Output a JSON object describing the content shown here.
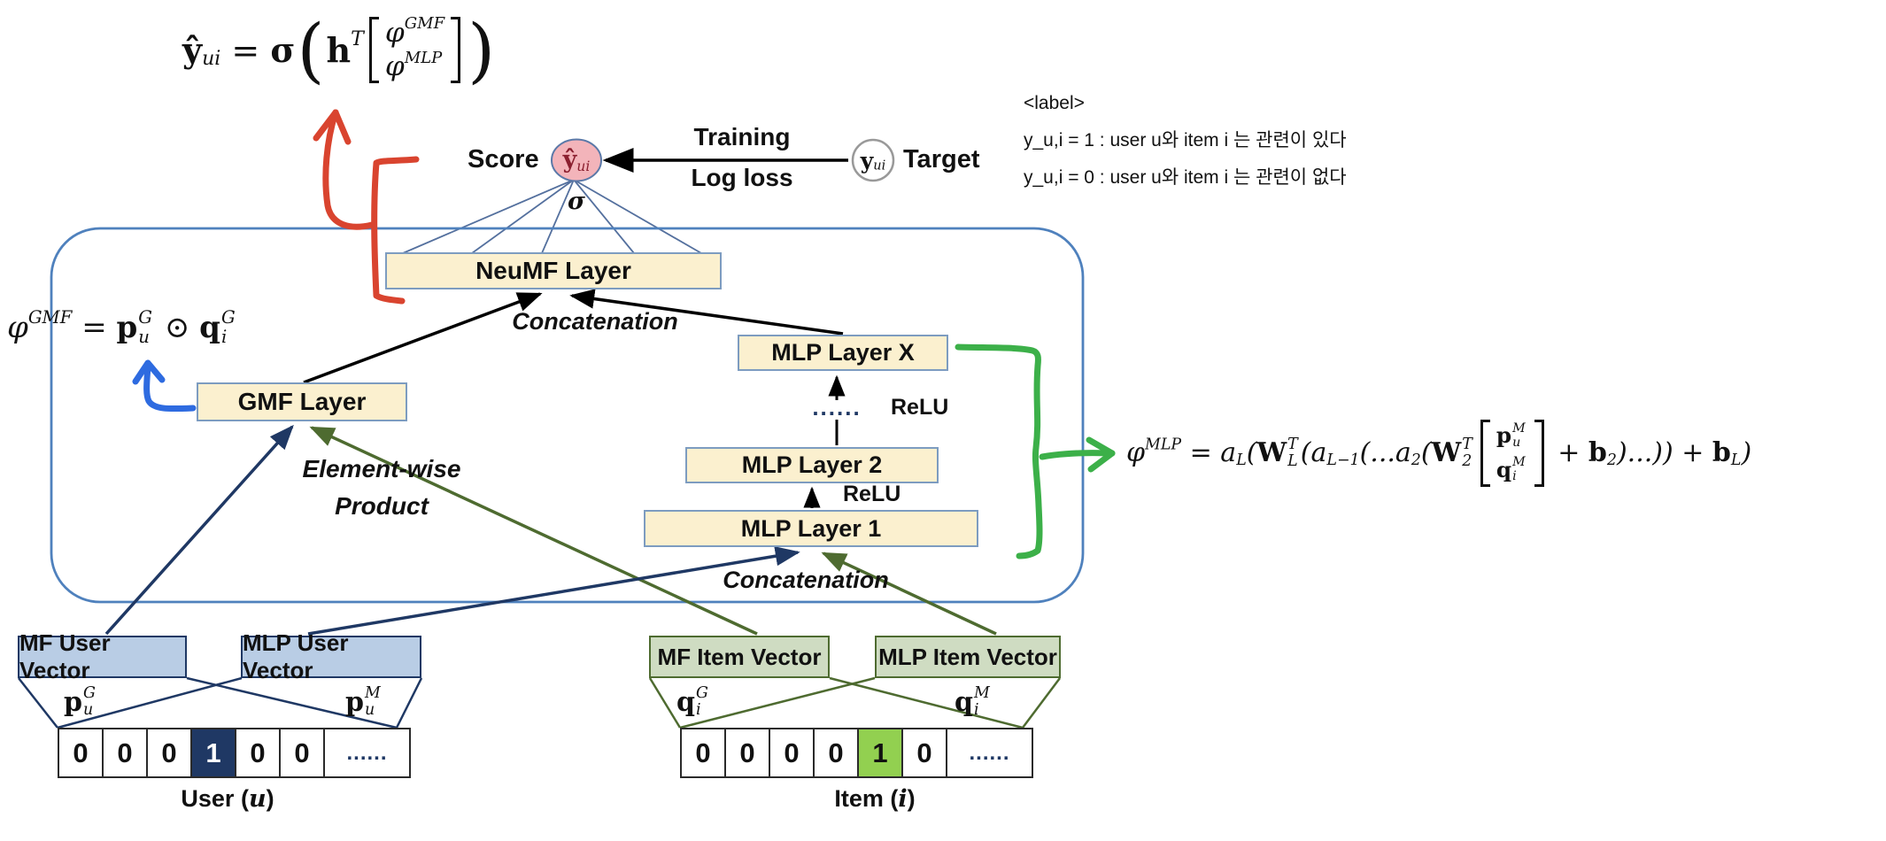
{
  "colors": {
    "layer_box_fill": "#fbf0cf",
    "layer_box_stroke": "#7d9cc0",
    "container_stroke": "#4f81bd",
    "user_box_fill": "#b9cde5",
    "user_box_stroke": "#1f3864",
    "item_box_fill": "#cfdcc2",
    "item_box_stroke": "#4e6b30",
    "user_hot_cell": "#1f3864",
    "item_hot_cell": "#92d050",
    "score_circle_fill": "#f3b4ba",
    "score_text": "#8b1f2f",
    "annotation_red": "#d9442f",
    "annotation_blue": "#2e6be0",
    "annotation_green": "#3cb049",
    "arrow_navy": "#1f3864",
    "arrow_green": "#4e6b30",
    "fan_line": "#54709e"
  },
  "top_formula": [
    {
      "t": "ŷ",
      "b": 1
    },
    {
      "t": "ui",
      "k": "sub"
    },
    {
      "t": " = "
    },
    {
      "t": "σ",
      "b": 1
    },
    {
      "t": "(",
      "k": "big"
    },
    {
      "t": "h",
      "b": 1
    },
    {
      "t": "T",
      "k": "sup"
    },
    {
      "m": [
        [
          {
            "t": "φ"
          },
          {
            "t": "GMF",
            "k": "sup"
          }
        ],
        [
          {
            "t": "φ"
          },
          {
            "t": "MLP",
            "k": "sup"
          }
        ]
      ]
    },
    {
      "t": ")",
      "k": "big"
    }
  ],
  "score": {
    "label": "Score",
    "circle": [
      {
        "t": "ŷ",
        "b": 1
      },
      {
        "t": "ui",
        "k": "sub"
      }
    ],
    "sigma": "σ"
  },
  "training": {
    "line1": "Training",
    "line2": "Log loss"
  },
  "target": {
    "label": "Target",
    "circle": [
      {
        "t": "y",
        "b": 1
      },
      {
        "t": "ui",
        "k": "sub"
      }
    ]
  },
  "korean_note": {
    "title": "<label>",
    "line1": "y_u,i = 1 : user u와 item i 는 관련이 있다",
    "line2": "y_u,i = 0 : user u와 item i 는 관련이 없다"
  },
  "layers": {
    "neumf": "NeuMF Layer",
    "concat_top": "Concatenation",
    "gmf": "GMF Layer",
    "mlp_x": "MLP Layer X",
    "mlp_2": "MLP Layer 2",
    "mlp_1": "MLP Layer 1",
    "concat_bottom": "Concatenation",
    "relu_dots": "......",
    "relu_upper": "ReLU",
    "relu_lower": "ReLU",
    "elementwise_line1": "Element-wise",
    "elementwise_line2": "Product"
  },
  "gmf_formula": [
    {
      "t": "φ"
    },
    {
      "t": "GMF",
      "k": "sup"
    },
    {
      "t": " = "
    },
    {
      "t": "p",
      "b": 1
    },
    {
      "t": [
        "G",
        "u"
      ],
      "k": "ss"
    },
    {
      "t": " ⊙ "
    },
    {
      "t": "q",
      "b": 1
    },
    {
      "t": [
        "G",
        "i"
      ],
      "k": "ss"
    }
  ],
  "mlp_formula": [
    {
      "t": "φ"
    },
    {
      "t": "MLP",
      "k": "sup"
    },
    {
      "t": " = "
    },
    {
      "t": "a"
    },
    {
      "t": "L",
      "k": "sub"
    },
    {
      "t": "("
    },
    {
      "t": "W",
      "b": 1
    },
    {
      "t": [
        "T",
        "L"
      ],
      "k": "ss"
    },
    {
      "t": "("
    },
    {
      "t": "a"
    },
    {
      "t": "L−1",
      "k": "sub"
    },
    {
      "t": "(..."
    },
    {
      "t": "a"
    },
    {
      "t": "2",
      "k": "sub"
    },
    {
      "t": "("
    },
    {
      "t": "W",
      "b": 1
    },
    {
      "t": [
        "T",
        "2"
      ],
      "k": "ss"
    },
    {
      "m": [
        [
          {
            "t": "p",
            "b": 1
          },
          {
            "t": [
              "M",
              "u"
            ],
            "k": "ss"
          }
        ],
        [
          {
            "t": "q",
            "b": 1
          },
          {
            "t": [
              "M",
              "i"
            ],
            "k": "ss"
          }
        ]
      ]
    },
    {
      "t": " + "
    },
    {
      "t": "b",
      "b": 1
    },
    {
      "t": "2",
      "k": "sub"
    },
    {
      "t": ")...)) + "
    },
    {
      "t": "b",
      "b": 1
    },
    {
      "t": "L",
      "k": "sub"
    },
    {
      "t": ")"
    }
  ],
  "embeddings": {
    "mf_user": "MF User Vector",
    "mlp_user": "MLP User Vector",
    "mf_item": "MF Item Vector",
    "mlp_item": "MLP Item Vector",
    "p_u_G": [
      {
        "t": "p",
        "b": 1
      },
      {
        "t": [
          "G",
          "u"
        ],
        "k": "ss"
      }
    ],
    "p_u_M": [
      {
        "t": "p",
        "b": 1
      },
      {
        "t": [
          "M",
          "u"
        ],
        "k": "ss"
      }
    ],
    "q_i_G": [
      {
        "t": "q",
        "b": 1
      },
      {
        "t": [
          "G",
          "i"
        ],
        "k": "ss"
      }
    ],
    "q_i_M": [
      {
        "t": "q",
        "b": 1
      },
      {
        "t": [
          "M",
          "i"
        ],
        "k": "ss"
      }
    ]
  },
  "inputs": {
    "user_cells": [
      "0",
      "0",
      "0",
      "1",
      "0",
      "0",
      "......"
    ],
    "item_cells": [
      "0",
      "0",
      "0",
      "0",
      "1",
      "0",
      "......"
    ],
    "user_caption_pre": "User (",
    "user_caption_var": "u",
    "user_caption_post": ")",
    "item_caption_pre": "Item ( ",
    "item_caption_var": "i",
    "item_caption_post": " )"
  }
}
